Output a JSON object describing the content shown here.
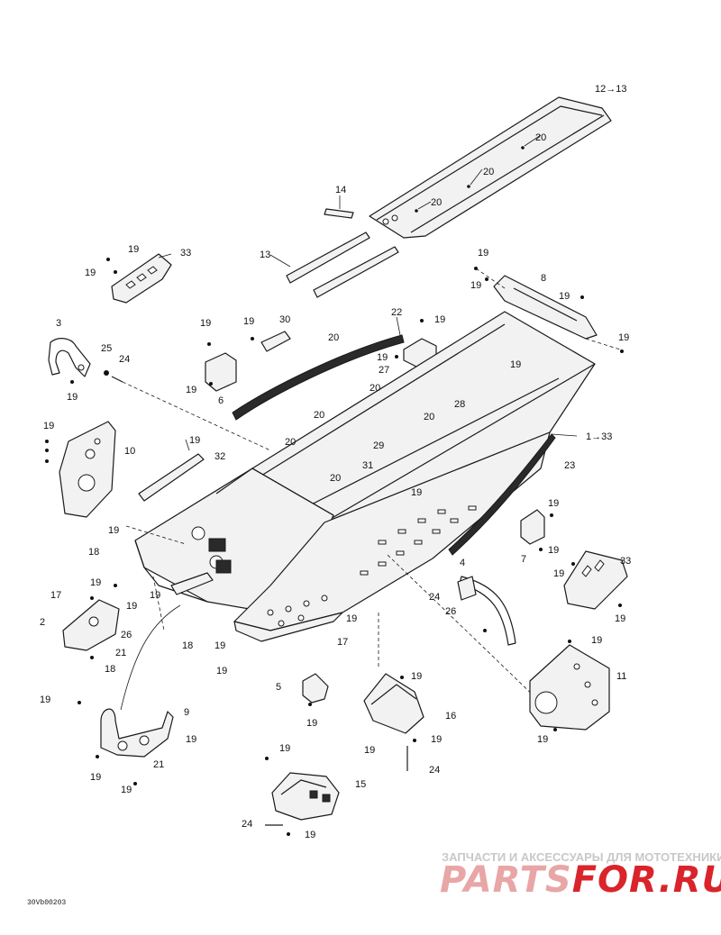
{
  "diagram": {
    "drawing_code": "30Vb00203",
    "callouts": [
      {
        "id": "c-12-13",
        "text": "12→13"
      },
      {
        "id": "c-20a",
        "text": "20"
      },
      {
        "id": "c-20b",
        "text": "20"
      },
      {
        "id": "c-20c",
        "text": "20"
      },
      {
        "id": "c-14",
        "text": "14"
      },
      {
        "id": "c-13",
        "text": "13"
      },
      {
        "id": "c-19-33a",
        "text": "19"
      },
      {
        "id": "c-19-33b",
        "text": "19"
      },
      {
        "id": "c-33a",
        "text": "33"
      },
      {
        "id": "c-19-8a",
        "text": "19"
      },
      {
        "id": "c-19-8b",
        "text": "19"
      },
      {
        "id": "c-8",
        "text": "8"
      },
      {
        "id": "c-19-8c",
        "text": "19"
      },
      {
        "id": "c-19-8d",
        "text": "19"
      },
      {
        "id": "c-3",
        "text": "3"
      },
      {
        "id": "c-25",
        "text": "25"
      },
      {
        "id": "c-24a",
        "text": "24"
      },
      {
        "id": "c-19-3",
        "text": "19"
      },
      {
        "id": "c-19-6a",
        "text": "19"
      },
      {
        "id": "c-19-6b",
        "text": "19"
      },
      {
        "id": "c-6",
        "text": "6"
      },
      {
        "id": "c-19-30",
        "text": "19"
      },
      {
        "id": "c-30",
        "text": "30"
      },
      {
        "id": "c-22",
        "text": "22"
      },
      {
        "id": "c-20d",
        "text": "20"
      },
      {
        "id": "c-19-27a",
        "text": "19"
      },
      {
        "id": "c-19-27b",
        "text": "19"
      },
      {
        "id": "c-27",
        "text": "27"
      },
      {
        "id": "c-19-28",
        "text": "19"
      },
      {
        "id": "c-28",
        "text": "28"
      },
      {
        "id": "c-20e",
        "text": "20"
      },
      {
        "id": "c-20f",
        "text": "20"
      },
      {
        "id": "c-20g",
        "text": "20"
      },
      {
        "id": "c-1-33",
        "text": "1→33"
      },
      {
        "id": "c-19-10",
        "text": "19"
      },
      {
        "id": "c-10",
        "text": "10"
      },
      {
        "id": "c-19-32",
        "text": "19"
      },
      {
        "id": "c-32",
        "text": "32"
      },
      {
        "id": "c-20h",
        "text": "20"
      },
      {
        "id": "c-29",
        "text": "29"
      },
      {
        "id": "c-31",
        "text": "31"
      },
      {
        "id": "c-20i",
        "text": "20"
      },
      {
        "id": "c-23",
        "text": "23"
      },
      {
        "id": "c-19-mid",
        "text": "19"
      },
      {
        "id": "c-19-7a",
        "text": "19"
      },
      {
        "id": "c-7",
        "text": "7"
      },
      {
        "id": "c-19-7b",
        "text": "19"
      },
      {
        "id": "c-19-left",
        "text": "19"
      },
      {
        "id": "c-18a",
        "text": "18"
      },
      {
        "id": "c-33b",
        "text": "33"
      },
      {
        "id": "c-19-33c",
        "text": "19"
      },
      {
        "id": "c-19-33d",
        "text": "19"
      },
      {
        "id": "c-4",
        "text": "4"
      },
      {
        "id": "c-24b",
        "text": "24"
      },
      {
        "id": "c-26a",
        "text": "26"
      },
      {
        "id": "c-19-2a",
        "text": "19"
      },
      {
        "id": "c-17a",
        "text": "17"
      },
      {
        "id": "c-19-2b",
        "text": "19"
      },
      {
        "id": "c-19-2c",
        "text": "19"
      },
      {
        "id": "c-2",
        "text": "2"
      },
      {
        "id": "c-26b",
        "text": "26"
      },
      {
        "id": "c-21a",
        "text": "21"
      },
      {
        "id": "c-18b",
        "text": "18"
      },
      {
        "id": "c-18c",
        "text": "18"
      },
      {
        "id": "c-19-bot1",
        "text": "19"
      },
      {
        "id": "c-19-bot2",
        "text": "19"
      },
      {
        "id": "c-17b",
        "text": "17"
      },
      {
        "id": "c-19-bot3",
        "text": "19"
      },
      {
        "id": "c-19-11a",
        "text": "19"
      },
      {
        "id": "c-11",
        "text": "11"
      },
      {
        "id": "c-19-11b",
        "text": "19"
      },
      {
        "id": "c-5",
        "text": "5"
      },
      {
        "id": "c-19-5",
        "text": "19"
      },
      {
        "id": "c-19-16a",
        "text": "19"
      },
      {
        "id": "c-16",
        "text": "16"
      },
      {
        "id": "c-19-16b",
        "text": "19"
      },
      {
        "id": "c-19-16c",
        "text": "19"
      },
      {
        "id": "c-24c",
        "text": "24"
      },
      {
        "id": "c-19-9a",
        "text": "19"
      },
      {
        "id": "c-9",
        "text": "9"
      },
      {
        "id": "c-19-9b",
        "text": "19"
      },
      {
        "id": "c-21b",
        "text": "21"
      },
      {
        "id": "c-19-9c",
        "text": "19"
      },
      {
        "id": "c-19-9d",
        "text": "19"
      },
      {
        "id": "c-19-15a",
        "text": "19"
      },
      {
        "id": "c-15",
        "text": "15"
      },
      {
        "id": "c-24d",
        "text": "24"
      },
      {
        "id": "c-19-15b",
        "text": "19"
      }
    ]
  },
  "watermark": {
    "tagline": "ЗАПЧАСТИ И АКСЕССУАРЫ ДЛЯ МОТОТЕХНИКИ",
    "logo_part1": "PARTS",
    "logo_part2": "FOR.RU",
    "accent_color": "#d9242b",
    "light_color": "#e8a6a6",
    "tagline_color": "#c8c8c8"
  }
}
